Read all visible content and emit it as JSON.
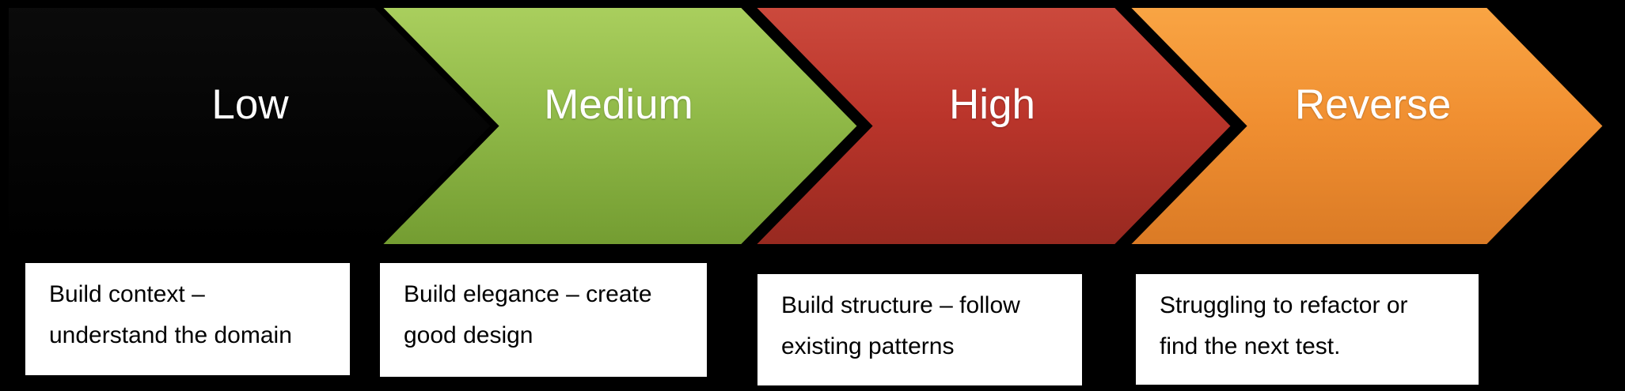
{
  "background_color": "#000000",
  "diagram_title": "",
  "chevrons": [
    {
      "label": "Low",
      "fill_top": "#0b0b0b",
      "fill_mid": "#050505",
      "fill_bottom": "#000000",
      "text_color": "#ffffff"
    },
    {
      "label": "Medium",
      "fill_top": "#aacf5e",
      "fill_mid": "#8fb847",
      "fill_bottom": "#739c31",
      "text_color": "#ffffff"
    },
    {
      "label": "High",
      "fill_top": "#cc4a3d",
      "fill_mid": "#bb352b",
      "fill_bottom": "#972920",
      "text_color": "#ffffff"
    },
    {
      "label": "Reverse",
      "fill_top": "#f9a544",
      "fill_mid": "#f08f31",
      "fill_bottom": "#da7a25",
      "text_color": "#ffffff"
    }
  ],
  "notes": [
    {
      "lines": [
        "Build context –",
        "understand the domain"
      ]
    },
    {
      "lines": [
        "Build elegance – create",
        "good design"
      ]
    },
    {
      "lines": [
        "Build structure – follow",
        "existing patterns"
      ]
    },
    {
      "lines": [
        "Struggling to refactor or",
        "find the next test."
      ]
    }
  ],
  "note_style": {
    "background": "#ffffff",
    "text_color": "#000000"
  }
}
